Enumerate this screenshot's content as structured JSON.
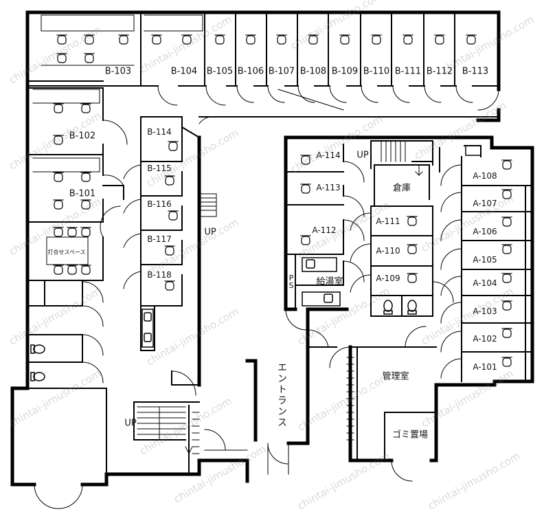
{
  "rooms": {
    "b103": "B-103",
    "b104": "B-104",
    "b105": "B-105",
    "b106": "B-106",
    "b107": "B-107",
    "b108": "B-108",
    "b109": "B-109",
    "b110": "B-110",
    "b111": "B-111",
    "b112": "B-112",
    "b113": "B-113",
    "b102": "B-102",
    "b101": "B-101",
    "b114": "B-114",
    "b115": "B-115",
    "b116": "B-116",
    "b117": "B-117",
    "b118": "B-118",
    "a114": "A-114",
    "a113": "A-113",
    "a112": "A-112",
    "a111": "A-111",
    "a110": "A-110",
    "a109": "A-109",
    "a108": "A-108",
    "a107": "A-107",
    "a106": "A-106",
    "a105": "A-105",
    "a104": "A-104",
    "a103": "A-103",
    "a102": "A-102",
    "a101": "A-101"
  },
  "spaces": {
    "meeting": "打合せスペース",
    "storage": "倉庫",
    "kitchen": "給湯室",
    "management": "管理室",
    "garbage": "ゴミ置場",
    "entrance": "エントランス",
    "ps": "PS",
    "up": "UP"
  },
  "watermark": "chintai-jimusho.com"
}
